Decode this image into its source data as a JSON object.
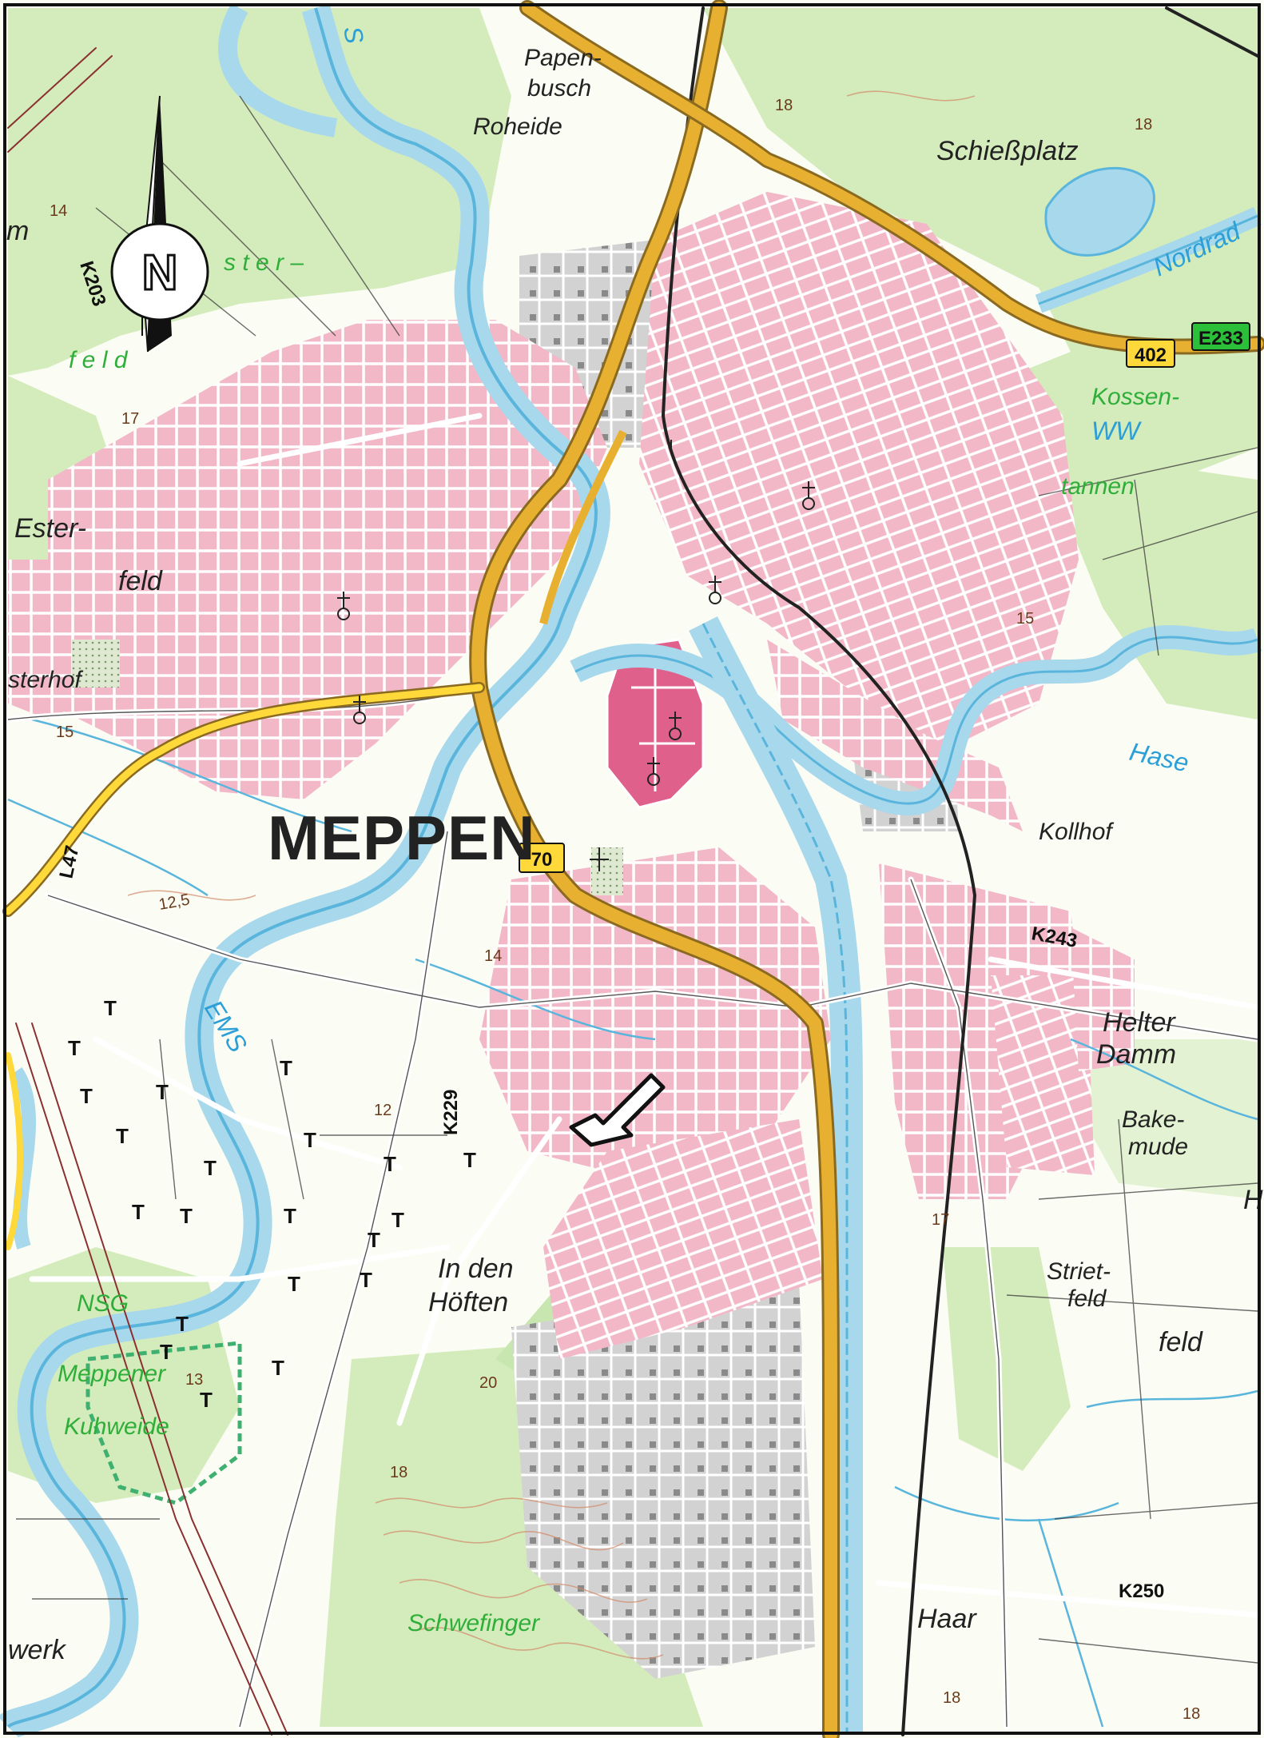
{
  "map": {
    "city_label": "MEPPEN",
    "north_arrow": {
      "letter": "N"
    },
    "shields": {
      "b402": "402",
      "e233": "E233",
      "b70": "70"
    },
    "roads": {
      "k203": "K203",
      "l47": "L47",
      "k229": "K229",
      "k243": "K243",
      "k250": "K250"
    },
    "places": {
      "papenbusch_1": "Papen-",
      "papenbusch_2": "busch",
      "roheide": "Roheide",
      "schiessplatz": "Schießplatz",
      "esterfeld_1": "Ester-",
      "esterfeld_2": "feld",
      "esterhof": "sterhof",
      "kollhof": "Kollhof",
      "helter_1": "Helter",
      "helter_2": "Damm",
      "bakemude_1": "Bake-",
      "bakemude_2": "mude",
      "in_den": "In den",
      "hoeften": "Höften",
      "striet_1": "Striet-",
      "striet_2": "feld",
      "feld_e": "feld",
      "haar": "Haar",
      "werk": "werk",
      "h_partial": "H",
      "m_partial": "m"
    },
    "forest_labels": {
      "oster_1": "s t e r –",
      "oster_2": "f e l d",
      "kossen_1": "Kossen-",
      "kossen_2": "tannen",
      "nsg": "NSG",
      "nsg_1": "Meppener",
      "nsg_2": "Kuhweide",
      "schwefinger": "Schwefinger"
    },
    "water_labels": {
      "ems": "EMS",
      "hase": "Hase",
      "nordrad": "Nordrad",
      "ww": "WW",
      "ems_top": "S"
    },
    "spot_heights": {
      "h14a": "14",
      "h17": "17",
      "h18a": "18",
      "h18b": "18",
      "h15a": "15",
      "h15b": "15",
      "h12_5": "12,5",
      "h14b": "14",
      "h12": "12",
      "h17b": "17",
      "h13": "13",
      "h18c": "18",
      "h20": "20",
      "h18d": "18",
      "h18e": "18"
    },
    "colors": {
      "urban": "#f2b8c8",
      "old_town": "#e0608c",
      "forest": "#d4ecbc",
      "water": "#a8d8ec",
      "river_line": "#5ab5dc",
      "highway": "#e8b030",
      "main_road": "#ffd83a",
      "industry": "#c9c9c9"
    }
  }
}
